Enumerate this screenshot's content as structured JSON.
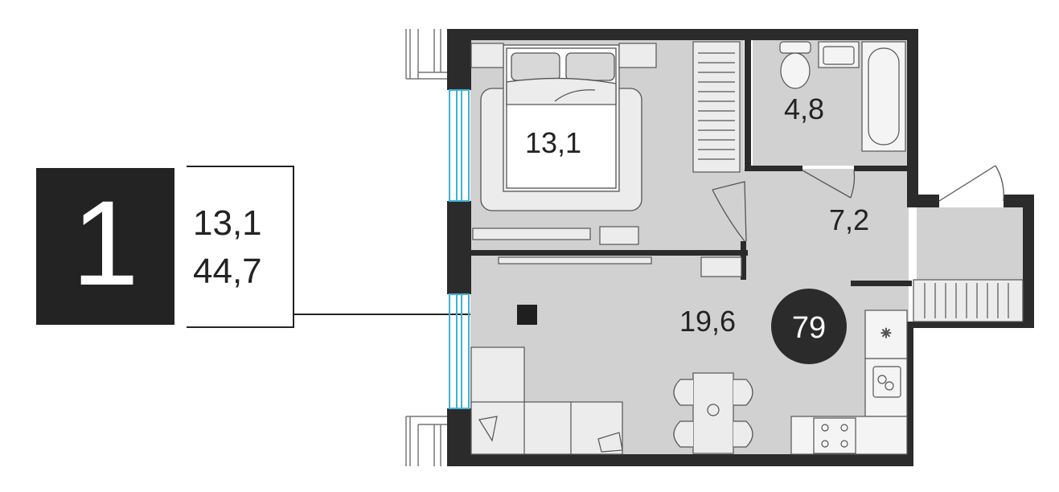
{
  "summary": {
    "rooms_count": "1",
    "living_area": "13,1",
    "total_area": "44,7"
  },
  "rooms": {
    "bedroom": "13,1",
    "bathroom": "4,8",
    "hallway": "7,2",
    "living_kitchen": "19,6"
  },
  "apartment_number": "79",
  "colors": {
    "wall": "#2b2b2b",
    "floor": "#d1d1d1",
    "window": "#3db3d6",
    "badge": "#232323"
  }
}
